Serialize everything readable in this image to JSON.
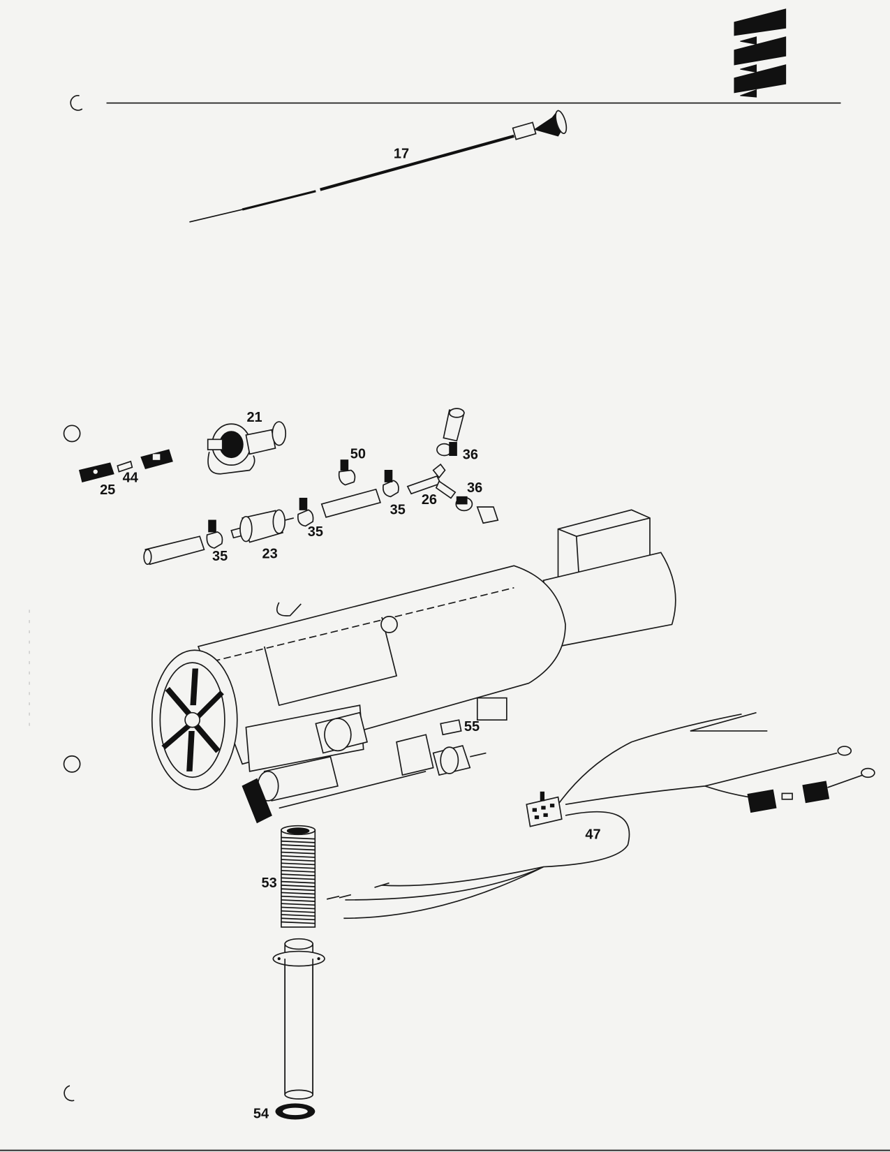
{
  "labels": {
    "p17": "17",
    "p21": "21",
    "p25": "25",
    "p44": "44",
    "p50": "50",
    "p36a": "36",
    "p36b": "36",
    "p26": "26",
    "p35a": "35",
    "p35b": "35",
    "p35c": "35",
    "p23": "23",
    "p55": "55",
    "p47": "47",
    "p53": "53",
    "p54": "54"
  },
  "colors": {
    "ink": "#111111",
    "paper": "#f4f4f2"
  },
  "icons": {
    "logo": "manufacturer-stripe-logo"
  }
}
